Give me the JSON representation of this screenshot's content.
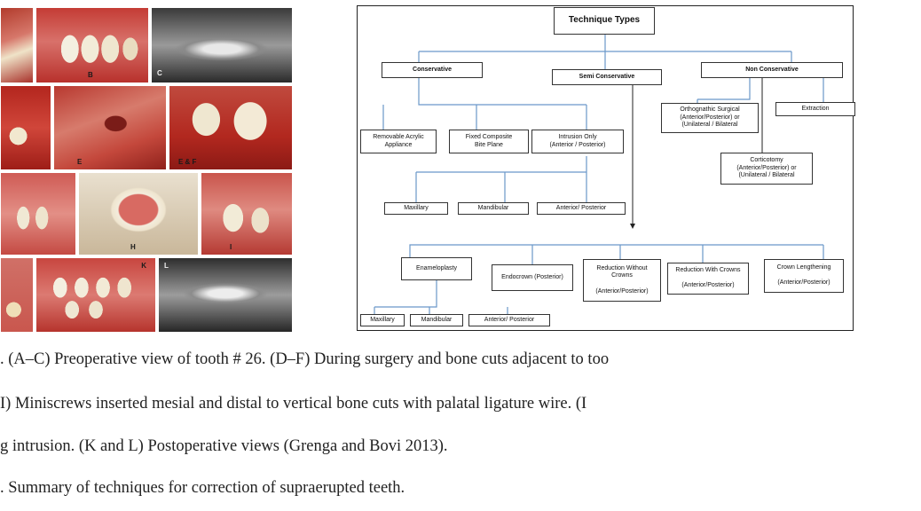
{
  "photos": [
    {
      "id": "top-left",
      "label": "",
      "kind": "intraoral"
    },
    {
      "id": "b",
      "label": "B",
      "kind": "intraoral"
    },
    {
      "id": "c",
      "label": "C",
      "kind": "xray"
    },
    {
      "id": "mid-left",
      "label": "",
      "kind": "surgery"
    },
    {
      "id": "mid-center",
      "label": "E",
      "kind": "surgery"
    },
    {
      "id": "d-e-f",
      "label": "E & F",
      "kind": "surgery"
    },
    {
      "id": "row3-left",
      "label": "",
      "kind": "intraoral"
    },
    {
      "id": "h",
      "label": "H",
      "kind": "occlusal"
    },
    {
      "id": "i",
      "label": "I",
      "kind": "intraoral"
    },
    {
      "id": "row4-left",
      "label": "",
      "kind": "intraoral"
    },
    {
      "id": "k",
      "label": "K",
      "kind": "intraoral"
    },
    {
      "id": "l",
      "label": "L",
      "kind": "xray"
    }
  ],
  "flowchart": {
    "root": "Technique Types",
    "categories": {
      "conservative": "Conservative",
      "semi_conservative": "Semi Conservative",
      "non_conservative": "Non Conservative"
    },
    "conservative_children": {
      "removable": "Removable Acrylic\nAppliance",
      "fixed": "Fixed Composite\nBite Plane",
      "intrusion": "Intrusion Only\n(Anterior / Posterior)"
    },
    "intrusion_children": {
      "maxillary": "Maxillary",
      "mandibular": "Mandibular",
      "anterior_posterior": "Anterior/ Posterior"
    },
    "non_conservative_children": {
      "orthognathic": "Orthognathic Surgical\n(Anterior/Posterior) or\n(Unilateral / Bilateral",
      "extraction": "Extraction",
      "corticotomy": "Corticotomy\n(Anterior/Posterior) or\n(Unilateral / Bilateral"
    },
    "semi_children": {
      "enameloplasty": "Enameloplasty",
      "endocrown": "Endocrown (Posterior)",
      "reduction_without": "Reduction Without\nCrowns\n\n(Anterior/Posterior)",
      "reduction_with": "Reduction With Crowns\n\n(Anterior/Posterior)",
      "crown_lengthening": "Crown Lengthening\n\n(Anterior/Posterior)"
    },
    "enameloplasty_children": {
      "maxillary": "Maxillary",
      "mandibular": "Mandibular",
      "anterior_posterior": "Anterior/ Posterior"
    }
  },
  "caption_lines": [
    ". (A–C) Preoperative view of tooth # 26. (D–F) During surgery and bone cuts adjacent to too",
    "I) Miniscrews inserted mesial and distal to vertical bone cuts with palatal ligature wire. (I",
    "g intrusion. (K and L) Postoperative views (Grenga and Bovi 2013).",
    ". Summary of techniques for correction of supraerupted teeth."
  ]
}
